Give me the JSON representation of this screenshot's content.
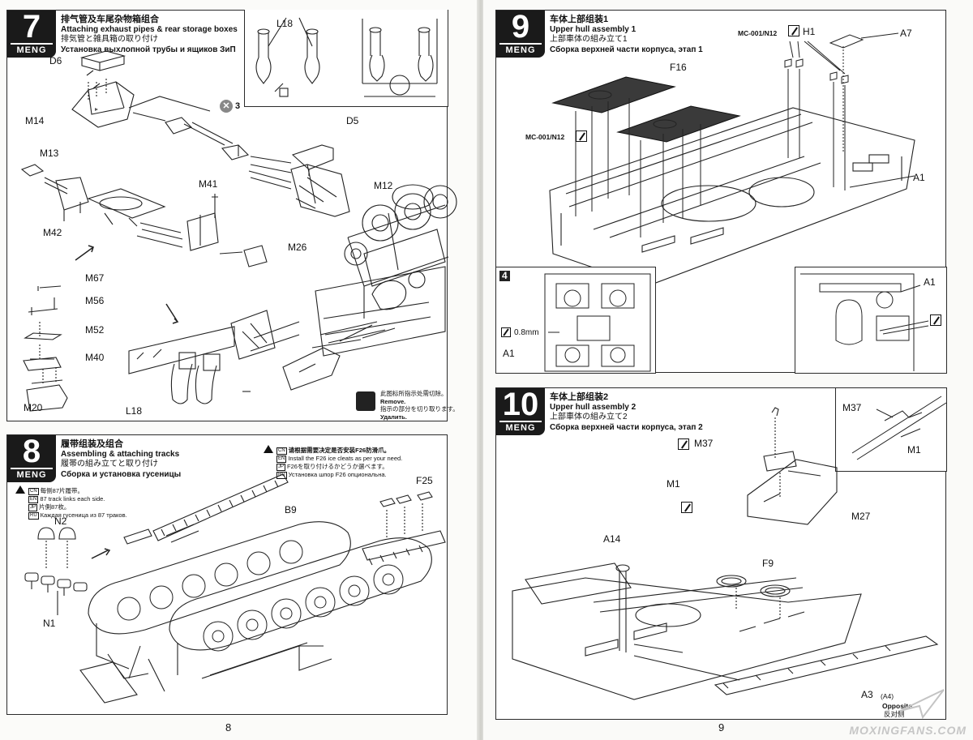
{
  "left_page": {
    "page_number": "8",
    "step7": {
      "number": "7",
      "brand": "MENG",
      "title_zh": "排气管及车尾杂物箱组合",
      "title_en": "Attaching exhaust pipes & rear storage boxes",
      "title_ja": "排気管と雑具箱の取り付け",
      "title_ru": "Установка выхлопной трубы и ящиков ЗиП",
      "quantity": "3",
      "labels": {
        "d6": "D6",
        "m14": "M14",
        "m13": "M13",
        "m42": "M42",
        "m41": "M41",
        "d5": "D5",
        "m12": "M12",
        "m26": "M26",
        "m67": "M67",
        "m56": "M56",
        "m52": "M52",
        "m40": "M40",
        "m20": "M20",
        "l18_bottom": "L18",
        "l18_top": "L18"
      },
      "remove_note": {
        "zh": "此图标所指示处需切除。",
        "en": "Remove.",
        "ja": "指示の部分を切り取ります。",
        "ru": "Удалить."
      }
    },
    "step8": {
      "number": "8",
      "brand": "MENG",
      "title_zh": "履带组装及组合",
      "title_en": "Assembling & attaching tracks",
      "title_ja": "履帯の組み立てと取り付け",
      "title_ru": "Сборка и установка гусеницы",
      "count_note": {
        "zh": "每侧87片履带。",
        "en": "87 track links each side.",
        "ja": "片側87枚。",
        "ru": "Каждая гусеница из 87 траков."
      },
      "optional_note": {
        "zh": "请根据需要决定是否安装F26防滑爪。",
        "en": "Install the F26 ice cleats as per your need.",
        "ja": "F26を取り付けるかどうか選べます。",
        "ru": "Установка шпор F26 опциональна."
      },
      "labels": {
        "n2": "N2",
        "n1": "N1",
        "b9": "B9",
        "f25": "F25"
      }
    }
  },
  "right_page": {
    "page_number": "9",
    "step9": {
      "number": "9",
      "brand": "MENG",
      "title_zh": "车体上部组装1",
      "title_en": "Upper hull assembly 1",
      "title_ja": "上部車体の組み立て1",
      "title_ru": "Сборка верхней части корпуса, этап 1",
      "labels": {
        "mc_top": "MC-001/N12",
        "h1": "H1",
        "a7": "A7",
        "f16": "F16",
        "mc_left": "MC-001/N12",
        "a1": "A1",
        "inset_a1_left": "A1",
        "drill": "0.8mm",
        "inset_a1_right": "A1",
        "inset_num": "4"
      }
    },
    "step10": {
      "number": "10",
      "brand": "MENG",
      "title_zh": "车体上部组装2",
      "title_en": "Upper hull assembly 2",
      "title_ja": "上部車体の組み立て2",
      "title_ru": "Сборка верхней части корпуса, этап 2",
      "labels": {
        "m37": "M37",
        "m1": "M1",
        "m27": "M27",
        "a14": "A14",
        "f9": "F9",
        "a3": "A3",
        "a4_ref": "(A4)",
        "opposite": "Opposite",
        "opposite_zh": "反对侧",
        "inset_m37": "M37",
        "inset_m1": "M1"
      }
    },
    "watermark": "MOXINGFANS.COM"
  }
}
